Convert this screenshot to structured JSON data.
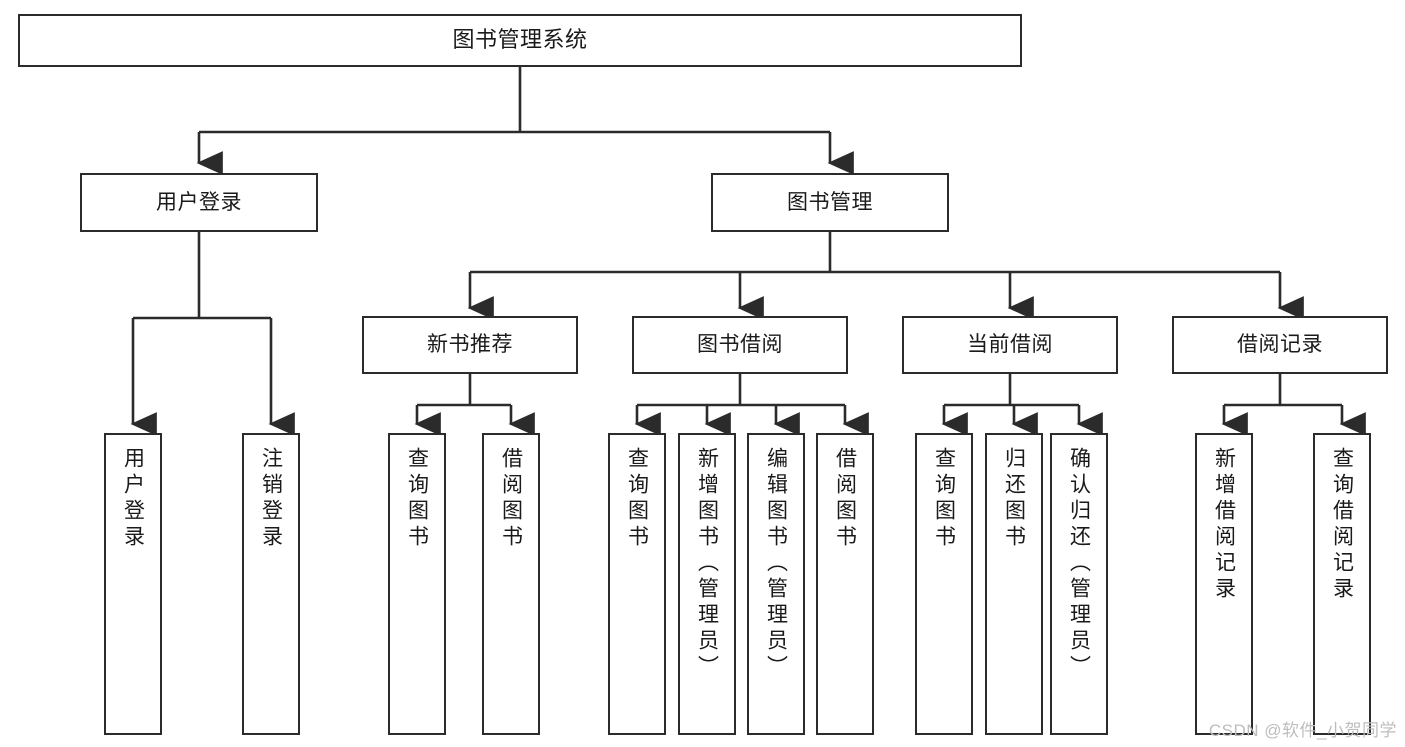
{
  "diagram": {
    "title": "图书管理系统",
    "type": "tree",
    "orientation": "top-down",
    "colors": {
      "box_border": "#2b2b2b",
      "box_fill": "#ffffff",
      "connector": "#2b2b2b",
      "text": "#1a1a1a",
      "watermark": "#bdbdbd",
      "background": "#ffffff"
    },
    "root": {
      "id": "root",
      "label": "图书管理系统",
      "text_orientation": "horizontal"
    },
    "level1": [
      {
        "id": "user-login",
        "label": "用户登录",
        "text_orientation": "horizontal"
      },
      {
        "id": "book-manage",
        "label": "图书管理",
        "text_orientation": "horizontal"
      }
    ],
    "level2": [
      {
        "id": "new-book-rec",
        "label": "新书推荐",
        "parent": "book-manage",
        "text_orientation": "horizontal"
      },
      {
        "id": "book-borrow",
        "label": "图书借阅",
        "parent": "book-manage",
        "text_orientation": "horizontal"
      },
      {
        "id": "current-borrow",
        "label": "当前借阅",
        "parent": "book-manage",
        "text_orientation": "horizontal"
      },
      {
        "id": "borrow-record",
        "label": "借阅记录",
        "parent": "book-manage",
        "text_orientation": "horizontal"
      }
    ],
    "leaves": [
      {
        "id": "leaf-user-login",
        "label": "用户登录",
        "parent": "user-login",
        "text_orientation": "vertical"
      },
      {
        "id": "leaf-logout",
        "label": "注销登录",
        "parent": "user-login",
        "text_orientation": "vertical"
      },
      {
        "id": "leaf-query-book-1",
        "label": "查询图书",
        "parent": "new-book-rec",
        "text_orientation": "vertical"
      },
      {
        "id": "leaf-borrow-book-1",
        "label": "借阅图书",
        "parent": "new-book-rec",
        "text_orientation": "vertical"
      },
      {
        "id": "leaf-query-book-2",
        "label": "查询图书",
        "parent": "book-borrow",
        "text_orientation": "vertical"
      },
      {
        "id": "leaf-add-book",
        "label": "新增图书（管理员）",
        "parent": "book-borrow",
        "text_orientation": "vertical"
      },
      {
        "id": "leaf-edit-book",
        "label": "编辑图书（管理员）",
        "parent": "book-borrow",
        "text_orientation": "vertical"
      },
      {
        "id": "leaf-borrow-book-2",
        "label": "借阅图书",
        "parent": "book-borrow",
        "text_orientation": "vertical"
      },
      {
        "id": "leaf-query-book-3",
        "label": "查询图书",
        "parent": "current-borrow",
        "text_orientation": "vertical"
      },
      {
        "id": "leaf-return-book",
        "label": "归还图书",
        "parent": "current-borrow",
        "text_orientation": "vertical"
      },
      {
        "id": "leaf-confirm-return",
        "label": "确认归还（管理员）",
        "parent": "current-borrow",
        "text_orientation": "vertical"
      },
      {
        "id": "leaf-add-record",
        "label": "新增借阅记录",
        "parent": "borrow-record",
        "text_orientation": "vertical"
      },
      {
        "id": "leaf-query-record",
        "label": "查询借阅记录",
        "parent": "borrow-record",
        "text_orientation": "vertical"
      }
    ],
    "watermark": "CSDN @软件_小贺同学"
  }
}
